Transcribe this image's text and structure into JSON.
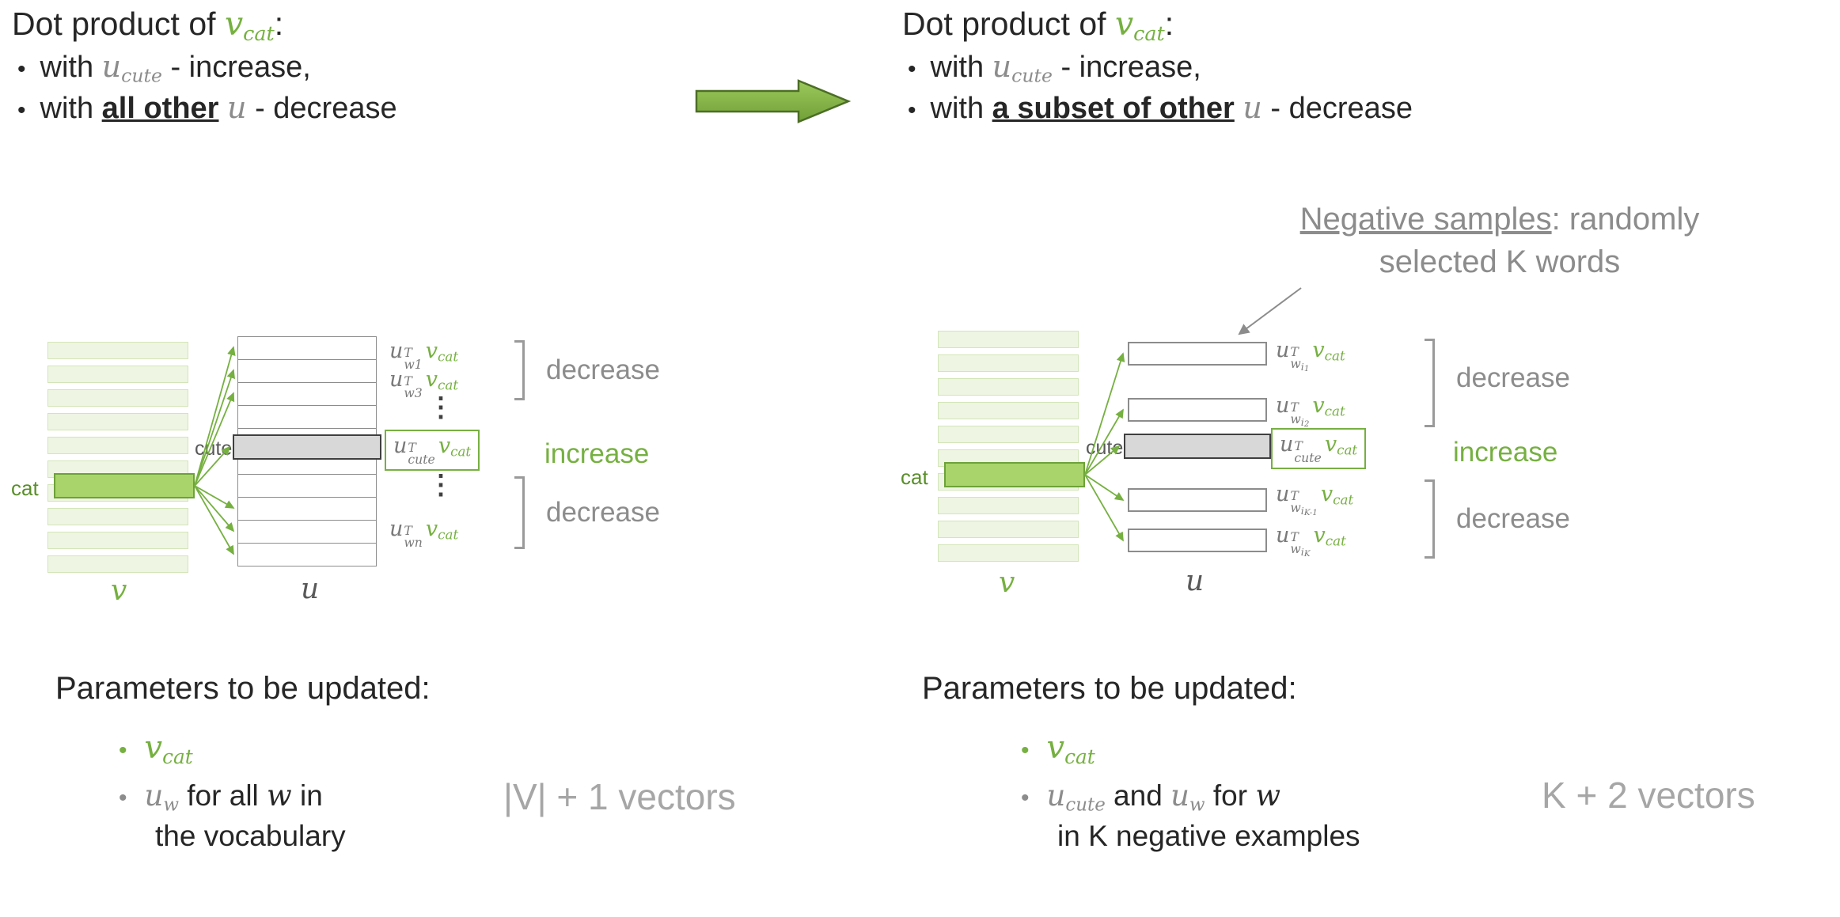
{
  "glyphs": {
    "bullet": "•",
    "dots": "⋮"
  },
  "colors": {
    "green": "#76b041",
    "gray": "#8c8c8c",
    "dark": "#262626",
    "cat_fill": "#a9d46c",
    "cute_fill": "#d8d8d8"
  },
  "left": {
    "intro": {
      "title_prefix": "Dot product of ",
      "title_math": {
        "base": "v",
        "sub": "cat"
      },
      "title_suffix": ":",
      "bullet1": {
        "pre": "with ",
        "math_base": "u",
        "math_sub": "cute",
        "post": " - increase,"
      },
      "bullet2": {
        "pre": "with ",
        "underlined": "all other",
        "math_base": "u",
        "post": " - decrease"
      }
    },
    "diagram": {
      "cat_label": "cat",
      "cute_label": "cute",
      "v_label": "v",
      "u_label": "u",
      "rows": {
        "r1": {
          "u": "u",
          "sup": "T",
          "sub": "w1",
          "v": "v",
          "vsub": "cat"
        },
        "r2": {
          "u": "u",
          "sup": "T",
          "sub": "w3",
          "v": "v",
          "vsub": "cat"
        },
        "r3": {
          "u": "u",
          "sup": "T",
          "sub": "cute",
          "v": "v",
          "vsub": "cat"
        },
        "r4": {
          "u": "u",
          "sup": "T",
          "sub": "wn",
          "v": "v",
          "vsub": "cat"
        }
      },
      "ann": {
        "decrease_top": "decrease",
        "increase": "increase",
        "decrease_bottom": "decrease"
      }
    },
    "params": {
      "title": "Parameters to be updated:",
      "item1": {
        "base": "v",
        "sub": "cat"
      },
      "item2": {
        "m1_base": "u",
        "m1_sub": "w",
        "t1": " for all ",
        "m2": "w",
        "t2": " in",
        "line2": "the vocabulary"
      },
      "count": "|V| + 1 vectors"
    }
  },
  "right": {
    "intro": {
      "title_prefix": "Dot product of ",
      "title_math": {
        "base": "v",
        "sub": "cat"
      },
      "title_suffix": ":",
      "bullet1": {
        "pre": "with ",
        "math_base": "u",
        "math_sub": "cute",
        "post": " - increase,"
      },
      "bullet2": {
        "pre": "with ",
        "underlined": "a subset of other",
        "math_base": "u",
        "post": " - decrease"
      }
    },
    "note": {
      "underlined": "Negative samples",
      "rest": ": randomly",
      "line2": "selected K words"
    },
    "diagram": {
      "cat_label": "cat",
      "cute_label": "cute",
      "v_label": "v",
      "u_label": "u",
      "rows": {
        "r1": {
          "u": "u",
          "sup": "T",
          "sub": "w",
          "subsub": "i",
          "subsub2": "1",
          "v": "v",
          "vsub": "cat"
        },
        "r2": {
          "u": "u",
          "sup": "T",
          "sub": "w",
          "subsub": "i",
          "subsub2": "2",
          "v": "v",
          "vsub": "cat"
        },
        "r3": {
          "u": "u",
          "sup": "T",
          "sub": "cute",
          "v": "v",
          "vsub": "cat"
        },
        "r4": {
          "u": "u",
          "sup": "T",
          "sub": "w",
          "subsub": "i",
          "subsub2": "K-1",
          "v": "v",
          "vsub": "cat"
        },
        "r5": {
          "u": "u",
          "sup": "T",
          "sub": "w",
          "subsub": "i",
          "subsub2": "K",
          "v": "v",
          "vsub": "cat"
        }
      },
      "ann": {
        "decrease_top": "decrease",
        "increase": "increase",
        "decrease_bottom": "decrease"
      }
    },
    "params": {
      "title": "Parameters to be updated:",
      "item1": {
        "base": "v",
        "sub": "cat"
      },
      "item2": {
        "m1_base": "u",
        "m1_sub": "cute",
        "t1": " and ",
        "m2_base": "u",
        "m2_sub": "w",
        "t2": " for ",
        "m3": "w",
        "line2": "in K negative examples"
      },
      "count": "K + 2 vectors"
    }
  }
}
